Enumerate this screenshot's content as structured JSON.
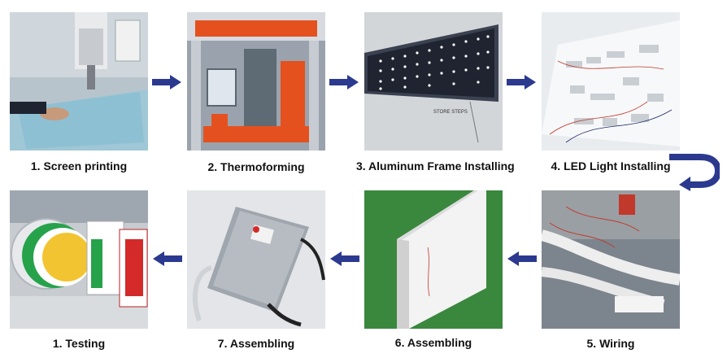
{
  "colors": {
    "arrow": "#2b3a8f",
    "text": "#111111",
    "background": "#ffffff"
  },
  "steps": [
    {
      "label": "1. Screen printing",
      "icon": "screen-printing-photo"
    },
    {
      "label": "2. Thermoforming",
      "icon": "thermoforming-machine-photo"
    },
    {
      "label": "3. Aluminum Frame Installing",
      "icon": "aluminum-frame-photo"
    },
    {
      "label": "4. LED Light Installing",
      "icon": "led-modules-photo"
    },
    {
      "label": "5. Wiring",
      "icon": "wiring-photo"
    },
    {
      "label": "6. Assembling",
      "icon": "light-box-photo"
    },
    {
      "label": "7. Assembling",
      "icon": "led-driver-photo"
    },
    {
      "label": "1. Testing",
      "icon": "finished-signs-photo"
    }
  ],
  "panel_texts": {
    "frame_brand": "STORE STEPS"
  },
  "arrows": [
    "arrow-right",
    "arrow-right",
    "arrow-right",
    "u-turn-arrow",
    "arrow-left",
    "arrow-left",
    "arrow-left"
  ]
}
